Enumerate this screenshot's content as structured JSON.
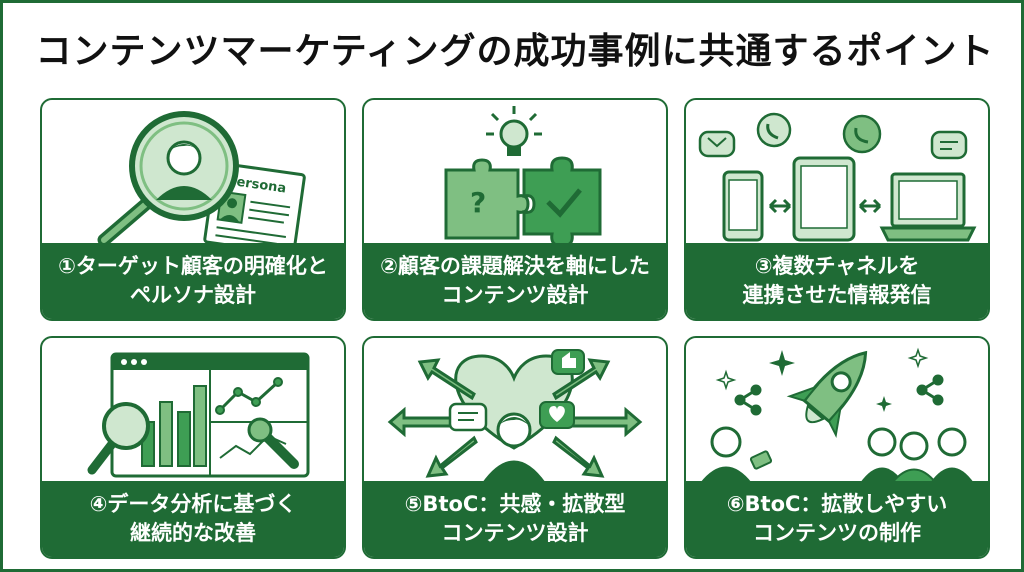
{
  "title": "コンテンツマーケティングの成功事例に共通するポイント",
  "colors": {
    "primary": "#1f6b35",
    "light": "#cfe7cf",
    "mid": "#7fbf82",
    "accent": "#3e9e54"
  },
  "cards": [
    {
      "line1": "①ターゲット顧客の明確化と",
      "line2": "ペルソナ設計",
      "icon": "magnifier-persona-icon",
      "badge": "Persona"
    },
    {
      "line1": "②顧客の課題解決を軸にした",
      "line2": "コンテンツ設計",
      "icon": "puzzle-idea-icon"
    },
    {
      "line1": "③複数チャネルを",
      "line2": "連携させた情報発信",
      "icon": "multi-device-icon"
    },
    {
      "line1": "④データ分析に基づく",
      "line2": "継続的な改善",
      "icon": "analytics-tools-icon"
    },
    {
      "line1": "⑤BtoC：共感・拡散型",
      "line2": "コンテンツ設計",
      "icon": "empathy-spread-icon"
    },
    {
      "line1": "⑥BtoC：拡散しやすい",
      "line2": "コンテンツの制作",
      "icon": "rocket-share-icon"
    }
  ]
}
